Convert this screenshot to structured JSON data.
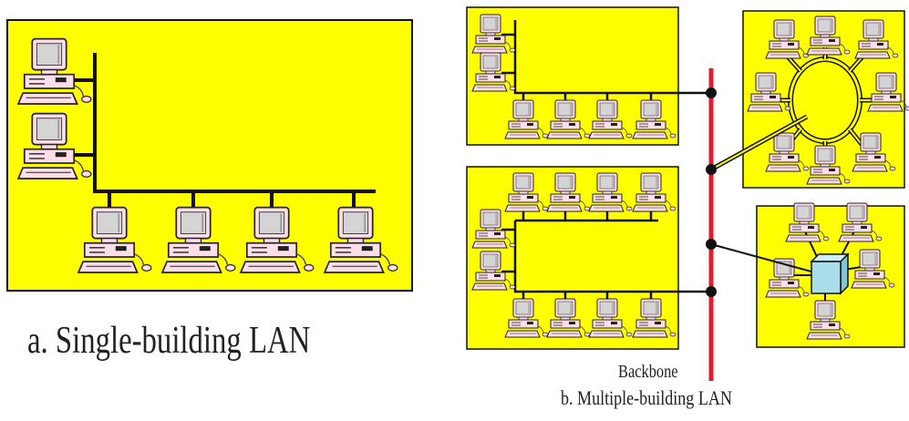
{
  "captions": {
    "single": "a. Single-building LAN",
    "multiple": "b. Multiple-building LAN",
    "backbone": "Backbone"
  },
  "colors": {
    "building": "#ffff00",
    "backbone": "#e8192c",
    "hub": "#a8dde9",
    "pc_case": "#ffdde9",
    "pc_screen": "#d8d8d8"
  },
  "icons": [
    "computer-icon",
    "hub-icon",
    "token-ring-icon"
  ]
}
